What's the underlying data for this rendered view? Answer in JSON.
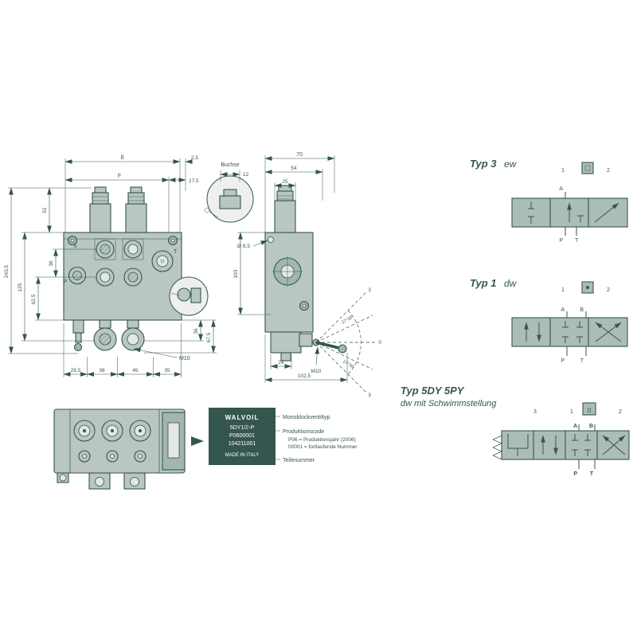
{
  "colors": {
    "ink": "#35564f",
    "part_fill": "#b9c6c1",
    "part_fill_dark": "#a2b5af",
    "schematic_fill": "#abbdb7",
    "plate_bg": "#35564f",
    "plate_fg": "#ffffff",
    "background": "#ffffff"
  },
  "front": {
    "dim_e": "E",
    "dim_f": "F",
    "dim_2_5": "2,5",
    "dim_17_5": "17,5",
    "dim_51": "51",
    "dim_36_left": "36",
    "dim_62_5": "62,5",
    "dim_125": "125",
    "dim_243_5": "243,5",
    "dim_36_right": "36",
    "dim_67_5": "67,5",
    "dim_29_5": "29,5",
    "dim_38": "38",
    "dim_45": "45",
    "dim_35": "35",
    "m10": "M10",
    "port_p": "P",
    "port_t": "T",
    "mark_e": "E"
  },
  "detail_buchse": {
    "title": "Buchse",
    "dim_12": "12"
  },
  "side": {
    "dim_70": "70",
    "dim_54": "54",
    "dim_25": "25",
    "dia_8_5": "Ø 8,5",
    "dim_103": "103",
    "dim_24": "24",
    "dim_102_5": "102,5",
    "m10": "M10",
    "pos_top": "3",
    "pos_mid": "0",
    "pos_bottom": "3",
    "angle_up": "27°30'",
    "angle_down": "27°30'"
  },
  "plate": {
    "lines": [
      "WALVOIL",
      "5DY1/2-P",
      "P0600001",
      "104211001",
      "MADE IN ITALY"
    ]
  },
  "callouts": {
    "valve_type": "Monoblockventiltyp",
    "prod_code": "Produktionscode",
    "prod_note1": "P06 = Produktionsjahr (2006)",
    "prod_note2": "00001 = fortlaufende Nummer",
    "part_number": "Teilenummer"
  },
  "schematics": {
    "typ3": {
      "title": "Typ 3",
      "subtitle": "ew",
      "n1": "1",
      "n2": "2",
      "a": "A",
      "p": "P",
      "t": "T"
    },
    "typ1": {
      "title": "Typ 1",
      "subtitle": "dw",
      "n1": "1",
      "n2": "2",
      "a": "A",
      "b": "B",
      "p": "P",
      "t": "T"
    },
    "typ5": {
      "title": "Typ 5DY 5PY",
      "subtitle": "dw mit Schwimmstellung",
      "n3": "3",
      "n1": "1",
      "n0": "0",
      "n2": "2",
      "a": "A",
      "b": "B",
      "p": "P",
      "t": "T"
    }
  }
}
